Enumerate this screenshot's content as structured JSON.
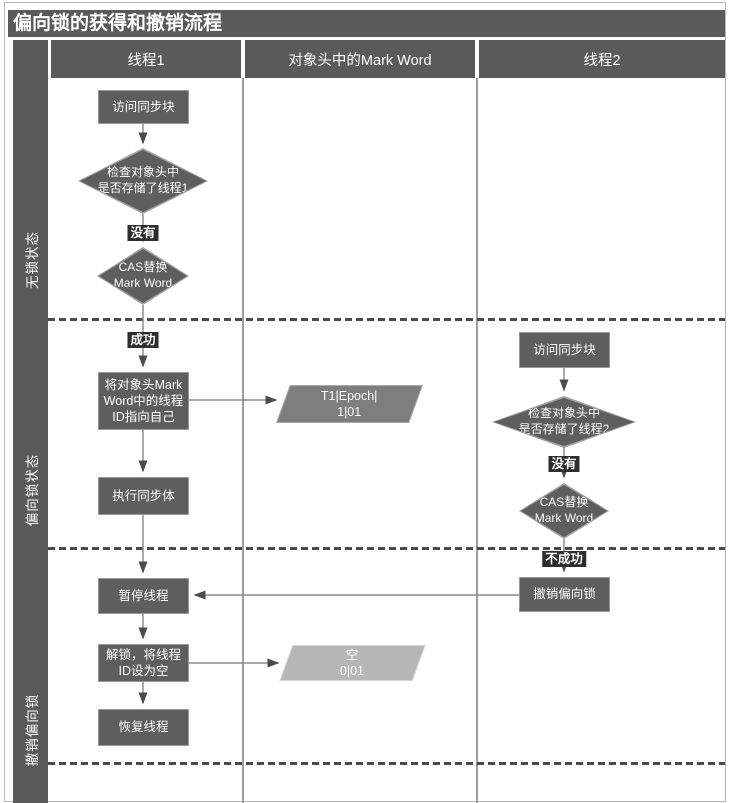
{
  "title": "偏向锁的获得和撤销流程",
  "columns": [
    "线程1",
    "对象头中的Mark Word",
    "线程2"
  ],
  "lanes": [
    "无锁状态",
    "偏向锁状态",
    "撤销偏向锁"
  ],
  "flow": {
    "thread1": {
      "access": "访问同步块",
      "check": "检查对象头中\n是否存储了线程1",
      "no": "没有",
      "cas": "CAS替换\nMark Word",
      "success": "成功",
      "set_id": "将对象头Mark\nWord中的线程\nID指向自己",
      "exec": "执行同步体",
      "pause": "暂停线程",
      "unlock": "解锁，将线程\nID设为空",
      "resume": "恢复线程"
    },
    "mark_word": {
      "biased_value": "T1|Epoch|\n1|01",
      "empty_value": "空\n0|01"
    },
    "thread2": {
      "access": "访问同步块",
      "check": "检查对象头中\n是否存储了线程2",
      "no": "没有",
      "cas": "CAS替换\nMark Word",
      "fail": "不成功",
      "revoke": "撤销偏向锁"
    }
  },
  "colors": {
    "header_fill": "#5a5a5a",
    "node_fill": "#5e5e5e",
    "biased_parallelogram_fill": "#7e7e7e",
    "empty_parallelogram_fill": "#b6b6b6",
    "text": "#ffffff"
  }
}
